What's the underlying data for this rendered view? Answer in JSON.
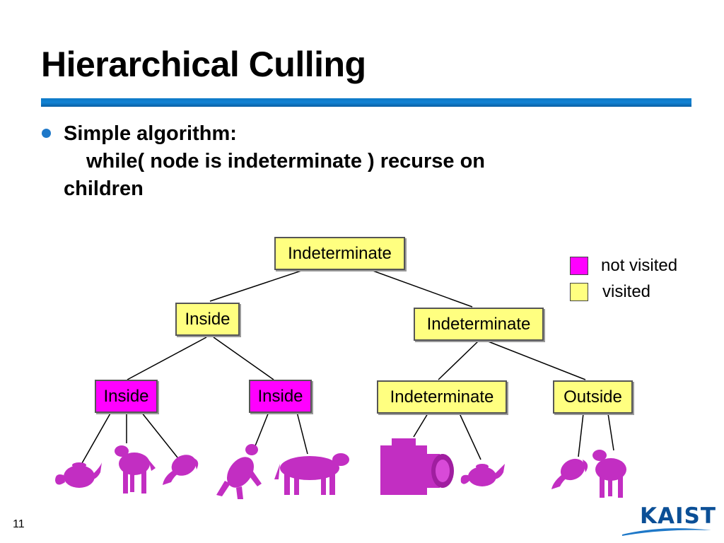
{
  "slide": {
    "title": "Hierarchical Culling",
    "bullet": {
      "line1": "Simple algorithm:",
      "line2": "while( node is indeterminate ) recurse on",
      "line3": "children"
    },
    "page_number": "11",
    "logo_text": "KAIST"
  },
  "legend": {
    "not_visited": {
      "label": "not visited",
      "color": "#ff00ff"
    },
    "visited": {
      "label": "visited",
      "color": "#ffff80"
    }
  },
  "tree": {
    "root": {
      "label": "Indeterminate",
      "state": "visited"
    },
    "level1": [
      {
        "label": "Inside",
        "state": "visited"
      },
      {
        "label": "Indeterminate",
        "state": "visited"
      }
    ],
    "level2": [
      {
        "label": "Inside",
        "state": "not_visited"
      },
      {
        "label": "Inside",
        "state": "not_visited"
      },
      {
        "label": "Indeterminate",
        "state": "visited"
      },
      {
        "label": "Outside",
        "state": "visited"
      }
    ],
    "objects": [
      "teapot-icon",
      "cow-icon",
      "teapot-icon",
      "cow-icon",
      "cow-icon",
      "camera-icon",
      "teapot-icon",
      "teapot-icon",
      "cow-icon"
    ]
  }
}
